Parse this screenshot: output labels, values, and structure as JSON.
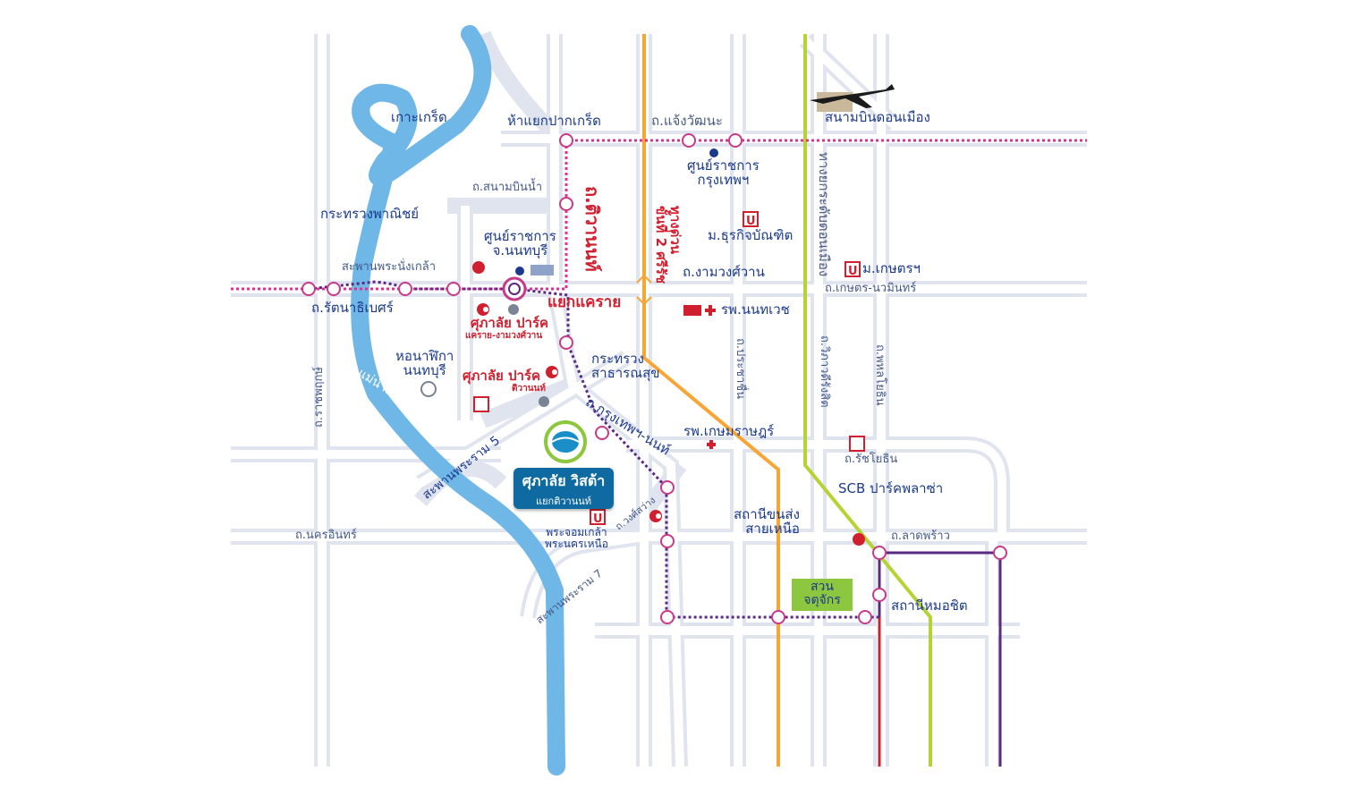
{
  "labels": {
    "ko_kret": "เกาะเกร็ด",
    "pak_kret_junction": "ห้าแยกปากเกร็ด",
    "chaeng_watthana": "ถ.แจ้งวัฒนะ",
    "don_mueang_airport": "สนามบินดอนเมือง",
    "govt_center_bkk": "ศูนย์ราชการ\nกรุงเทพฯ",
    "sanambin_nam": "ถ.สนามบินน้ำ",
    "ministry_commerce": "กระทรวงพาณิชย์",
    "govt_center_nonthaburi": "ศูนย์ราชการ\nจ.นนทบุรี",
    "tiwanon_road": "ถ.ติวานนท์",
    "expressway_si_rat": "ทางด่วน\nขั้นที่ 2 ศรีรัช",
    "dpu": "ม.ธุรกิจบัณฑิต",
    "don_mueang_tollway": "ทางยกระดับดอนเมือง",
    "kasetsart": "ม.เกษตรฯ",
    "phra_nang_klao_bridge": "สะพานพระนั่งเกล้า",
    "ngamwongwan": "ถ.งามวงศ์วาน",
    "kaset_nawamin": "ถ.เกษตร-นวมินทร์",
    "rattanathibet": "ถ.รัตนาธิเบศร์",
    "khae_rai_junction": "แยกแคราย",
    "nonthavej_hospital": "รพ.นนทเวช",
    "supalai_park_khae_rai": "ศุภาลัย ปาร์ค",
    "supalai_park_khae_rai_sub": "แคราย-งามวงศ์วาน",
    "city_hall_nonthaburi": "หอนาฬิกา\nนนทบุรี",
    "supalai_park_tiwanon": "ศุภาลัย ปาร์ค",
    "supalai_park_tiwanon_sub": "ติวานนท์",
    "ministry_public_health": "กระทรวง\nสาธารณสุข",
    "prachachuen": "ถ.ประชาชื่น",
    "vibhavadi": "ถ.วิภาวดีรังสิต",
    "phahon_yothin": "ถ.พหลโยธิน",
    "ratchaphruek": "ถ.ราชพฤกษ์",
    "chao_phraya_river": "แม่น้ำเจ้าพระยา",
    "krungthep_nonthaburi": "ถ.กรุงเทพฯ-นนท์",
    "kasemrad_hospital": "รพ.เกษมราษฎร์",
    "rachadaphisek_bridge": "สะพานพระราม 5",
    "ratchayothin": "ถ.รัชโยธิน",
    "scb_park_plaza": "SCB ปาร์คพลาซ่า",
    "wongsawang": "ถ.วงศ์สว่าง",
    "kmutnb": "พระจอมเกล้า\nพระนครเหนือ",
    "northern_bus_terminal": "สถานีขนส่ง\nสายเหนือ",
    "nakhon_in": "ถ.นครอินทร์",
    "lat_phrao": "ถ.ลาดพร้าว",
    "rama7_bridge": "สะพานพระราม 7",
    "chatuchak_park": "สวน\nจตุจักร",
    "mo_chit_station": "สถานีหมอชิต"
  },
  "project": {
    "name": "ศุภาลัย วิสต้า",
    "sub": "แยกติวานนท์"
  },
  "colors": {
    "river": "#6fb7e6",
    "road": "#e8ecf3",
    "road_edge": "#d2d8e4",
    "pink_line": "#e0308f",
    "purple_line": "#5a2a82",
    "orange_line": "#f7a535",
    "green_line": "#b5d334",
    "red_line": "#d0202f",
    "label_blue": "#1b3a8c",
    "label_red": "#d0202f"
  },
  "icons": [
    "airplane-icon",
    "university-icon",
    "hospital-icon",
    "transit-station-icon",
    "temple-icon",
    "supalai-logo-icon",
    "clock-tower-icon"
  ]
}
